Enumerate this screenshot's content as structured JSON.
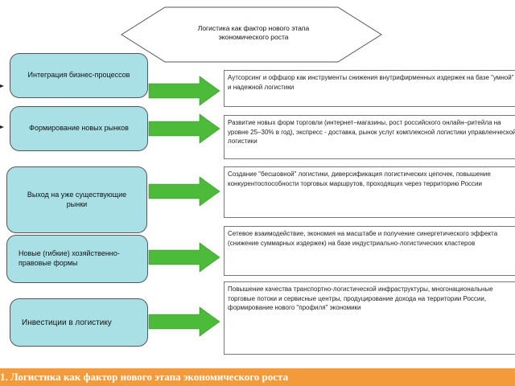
{
  "title": "Логистика как фактор нового этапа экономического роста",
  "factors": [
    {
      "label": "Интеграция бизнес-процессов",
      "effect": "Аутсорсинг и оффшор как инструменты снижения внутрифирменных издержек на базе \"умной\" и надежной логистики"
    },
    {
      "label": "Формирование новых рынков",
      "effect": "Развитие новых форм торговли  (интернет–магазины, рост   российского онлайн–ритейла на уровне 25–30% в год), экспресс - доставка, рынок услуг комплексной логистики управленческой логистики"
    },
    {
      "label": "Выход на уже существующие рынки",
      "effect": "Создание \"бесшовной\" логистики, диверсификация логистических цепочек, повышение конкурентоспособности торговых маршрутов, проходящих через территорию России"
    },
    {
      "label": "Новые (гибкие) хозяйственно-правовые формы",
      "effect": "Сетевое взаимодействие, экономия на масштабе и получение синергетического эффекта (снижение суммарных издержек) на базе индустриально-логистических кластеров"
    },
    {
      "label": "Инвестиции в логистику",
      "effect": "Повышение качества транспортно-логистической инфраструктуры, многонациональные торговые потоки и сервисные центры, продуцирование дохода на территории России, формирование нового \"профиля\" экономики"
    }
  ],
  "footer": "1.  Логистика как фактор нового этапа экономического роста",
  "colors": {
    "box": "#a9e0e6",
    "arrow": "#4cbb3a",
    "footer": "#f39a3b"
  }
}
